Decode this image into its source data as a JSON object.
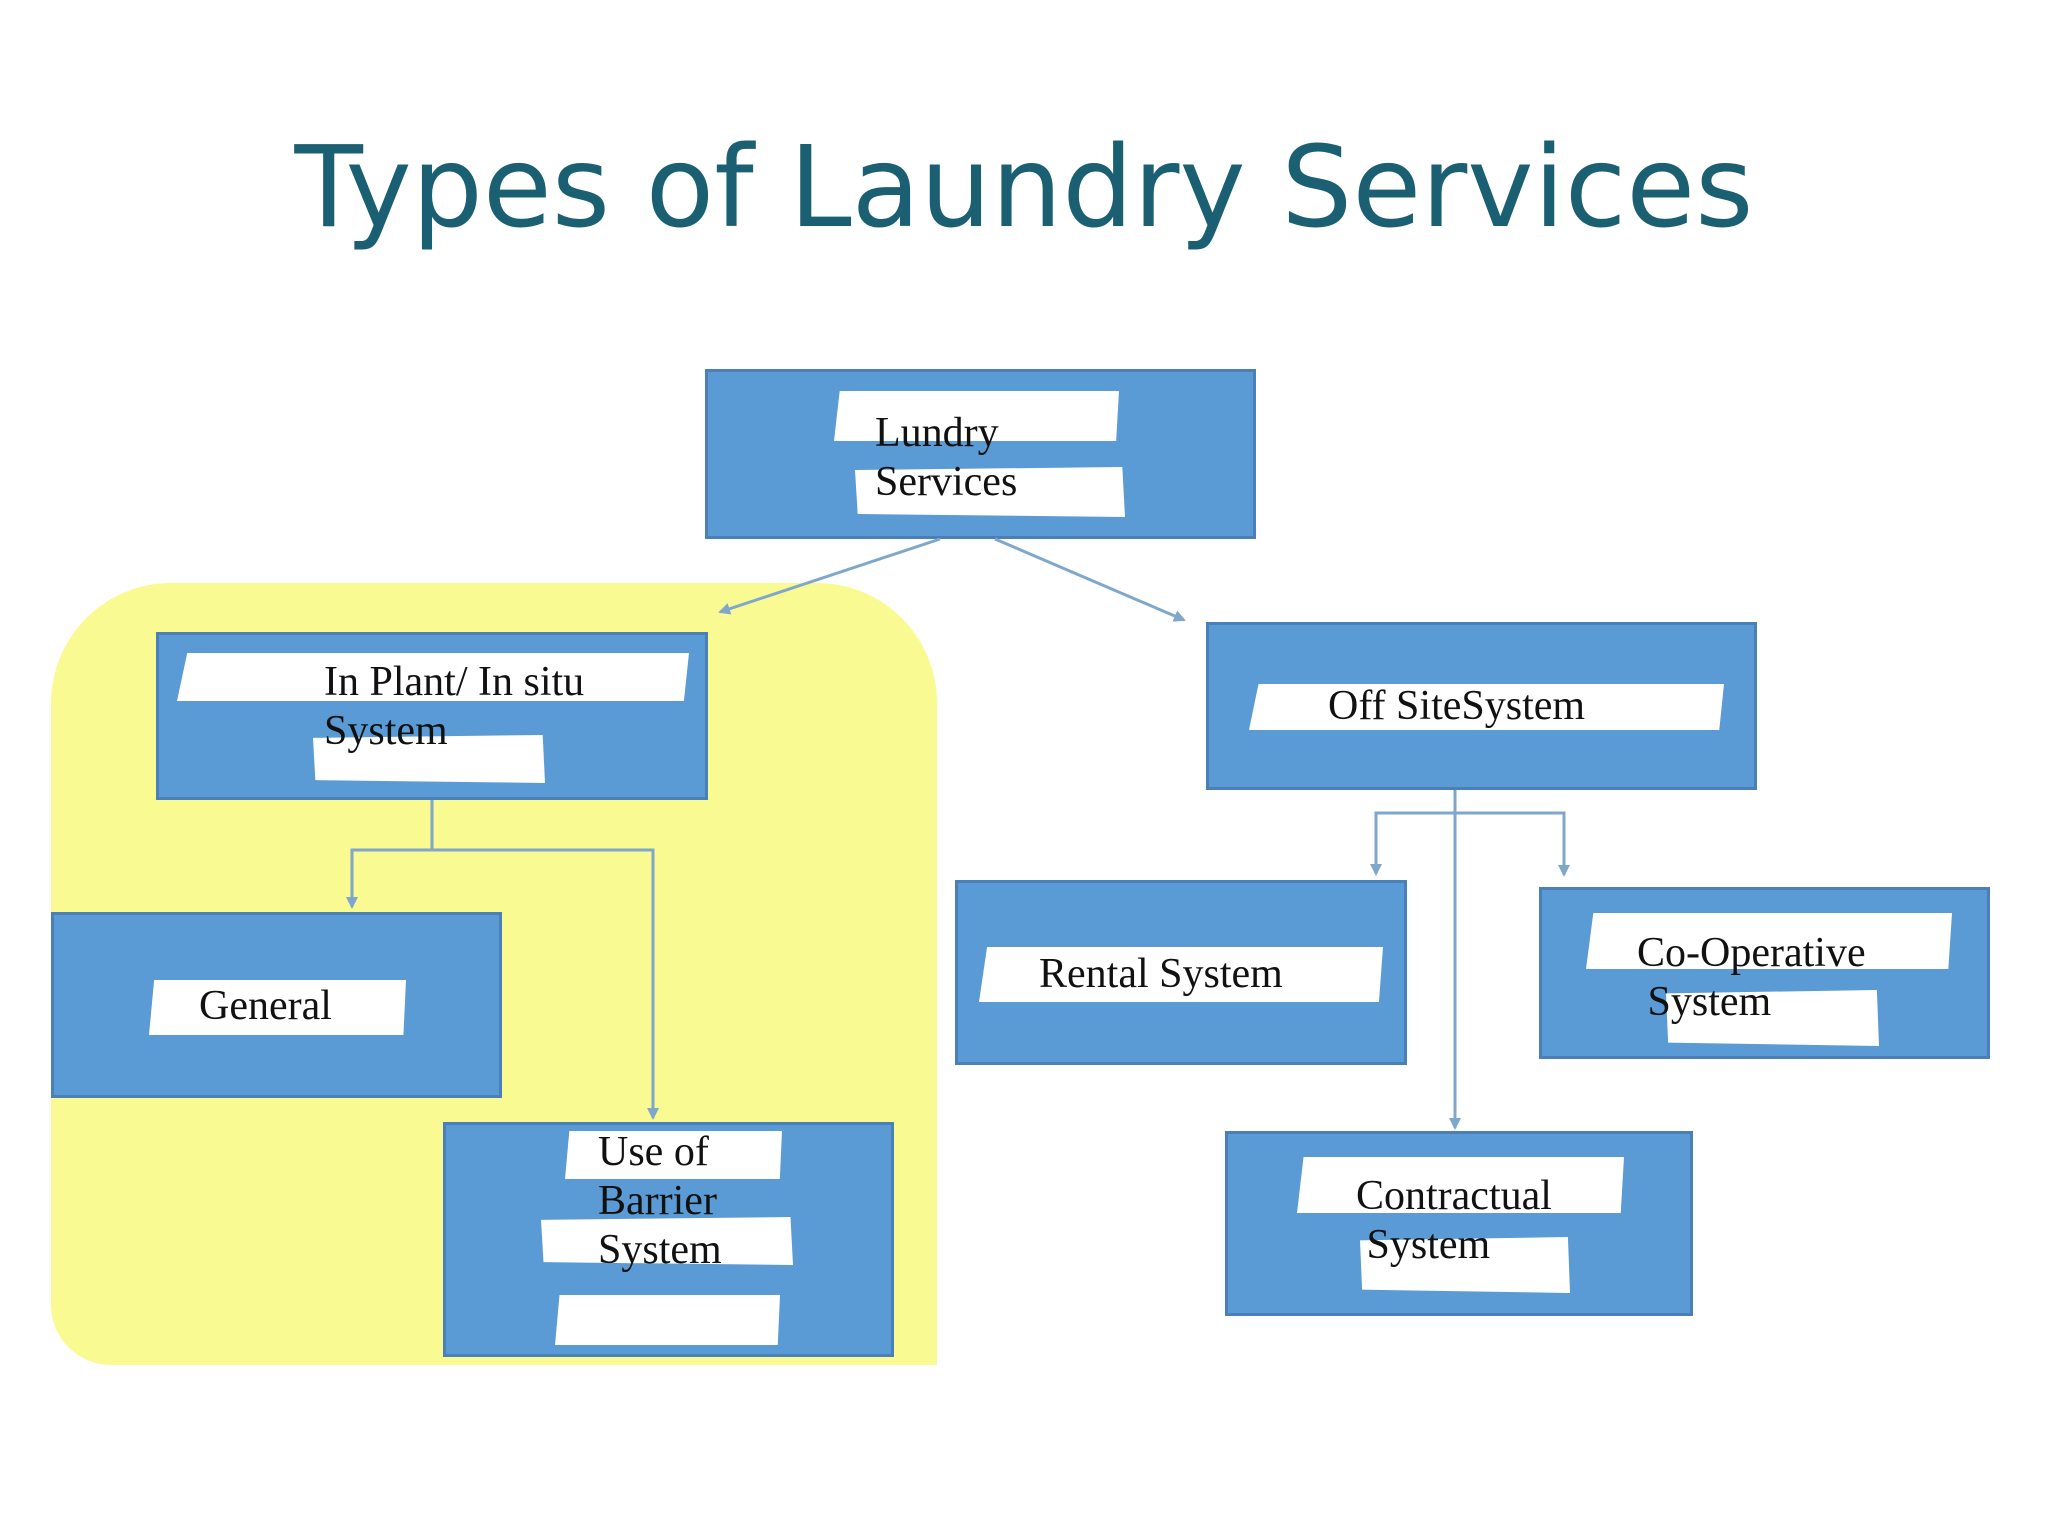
{
  "title": "Types of Laundry Services",
  "nodes": {
    "root": {
      "label": "Lundry\nServices"
    },
    "in_plant": {
      "label": "In Plant/ In situ\nSystem"
    },
    "off_site": {
      "label": "Off SiteSystem"
    },
    "general": {
      "label": "General"
    },
    "barrier": {
      "label": "Use of\nBarrier\nSystem"
    },
    "rental": {
      "label": "Rental System"
    },
    "cooperative": {
      "label": "Co-Operative\n System"
    },
    "contractual": {
      "label": "Contractual\n System"
    }
  },
  "colors": {
    "title": "#1a5f72",
    "box_fill": "#5b9bd5",
    "box_border": "#4a7fb8",
    "highlight": "#fafa92",
    "connector": "#7fa7cc"
  }
}
